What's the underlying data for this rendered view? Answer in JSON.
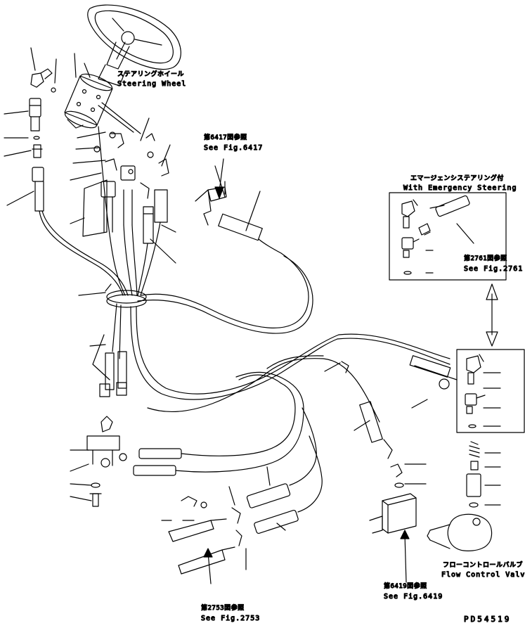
{
  "steering_wheel": {
    "jp": "ステアリングホイール",
    "en": "Steering Wheel"
  },
  "ref_6417": {
    "jp": "第6417図参照",
    "en": "See Fig.6417"
  },
  "emergency": {
    "jp": "エマージェンシステアリング付",
    "en": "With Emergency Steering"
  },
  "ref_2761": {
    "jp": "第2761図参照",
    "en": "See Fig.2761"
  },
  "flow_valve": {
    "jp": "フローコントロールバルブ",
    "en": "Flow Control Valve"
  },
  "ref_6419": {
    "jp": "第6419図参照",
    "en": "See Fig.6419"
  },
  "ref_2753": {
    "jp": "第2753図参照",
    "en": "See Fig.2753"
  },
  "drawing_code": "PD54519"
}
